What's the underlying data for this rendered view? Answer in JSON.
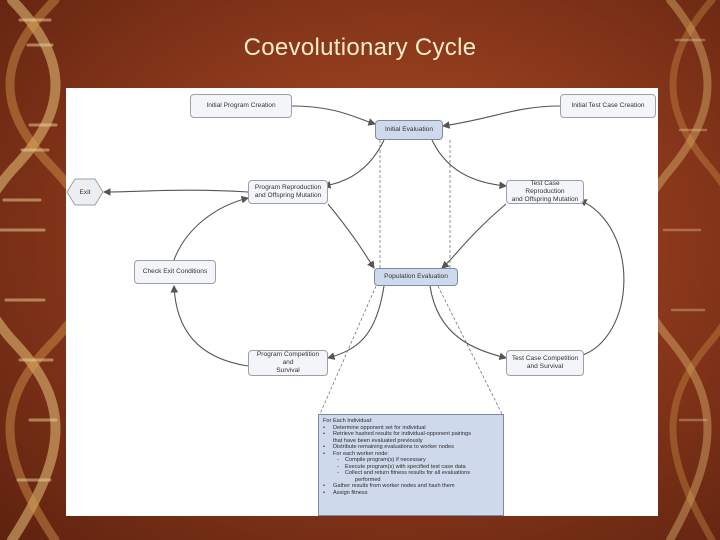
{
  "slide": {
    "title": "Coevolutionary Cycle"
  },
  "diagram": {
    "nodes": {
      "initial_program_creation": "Initial Program Creation",
      "initial_test_case_creation": "Initial Test Case Creation",
      "initial_evaluation": "Initial Evaluation",
      "exit": "Exit",
      "program_reproduction": [
        "Program Reproduction",
        "and Offspring Mutation"
      ],
      "test_case_reproduction": [
        "Test Case Reproduction",
        "and Offspring Mutation"
      ],
      "check_exit_conditions": "Check Exit Conditions",
      "population_evaluation": "Population Evaluation",
      "program_competition": [
        "Program Competition and",
        "Survival"
      ],
      "test_case_competition": [
        "Test Case Competition",
        "and Survival"
      ]
    },
    "evaluation_details": {
      "heading": "For Each Individual:",
      "bullet_marker": "•",
      "dash_marker": "-",
      "items": [
        {
          "text": "Determine opponent set for individual"
        },
        {
          "text": "Retrieve hashed results for individual-opponent pairings",
          "continuation": "that have been evaluated previously"
        },
        {
          "text": "Distribute remaining evaluations to worker nodes"
        },
        {
          "text": "For each worker node:",
          "subitems": [
            {
              "text": "Compile program(s) if necessary"
            },
            {
              "text": "Execute program(s) with specified test case data"
            },
            {
              "text": "Collect and return fitness results for all evaluations",
              "continuation": "performed"
            }
          ]
        },
        {
          "text": "Gather results from worker nodes and hash them"
        },
        {
          "text": "Assign fitness"
        }
      ]
    }
  }
}
